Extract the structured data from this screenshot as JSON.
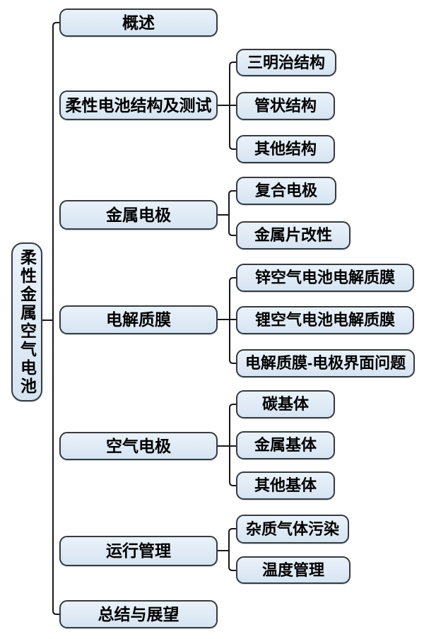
{
  "root": {
    "label": "柔性金属空气电池"
  },
  "branches": [
    {
      "label": "概述",
      "children": []
    },
    {
      "label": "柔性电池结构及测试",
      "children": [
        {
          "label": "三明治结构"
        },
        {
          "label": "管状结构"
        },
        {
          "label": "其他结构"
        }
      ]
    },
    {
      "label": "金属电极",
      "children": [
        {
          "label": "复合电极"
        },
        {
          "label": "金属片改性"
        }
      ]
    },
    {
      "label": "电解质膜",
      "children": [
        {
          "label": "锌空气电池电解质膜"
        },
        {
          "label": "锂空气电池电解质膜"
        },
        {
          "label": "电解质膜-电极界面问题"
        }
      ]
    },
    {
      "label": "空气电极",
      "children": [
        {
          "label": "碳基体"
        },
        {
          "label": "金属基体"
        },
        {
          "label": "其他基体"
        }
      ]
    },
    {
      "label": "运行管理",
      "children": [
        {
          "label": "杂质气体污染"
        },
        {
          "label": "温度管理"
        }
      ]
    },
    {
      "label": "总结与展望",
      "children": []
    }
  ],
  "colors": {
    "background": "#ffffff",
    "node_fill_top": "#eaf2fa",
    "node_fill_bottom": "#d6e4f2",
    "node_border": "#353b41",
    "connector": "#16181a",
    "text": "#000000"
  }
}
